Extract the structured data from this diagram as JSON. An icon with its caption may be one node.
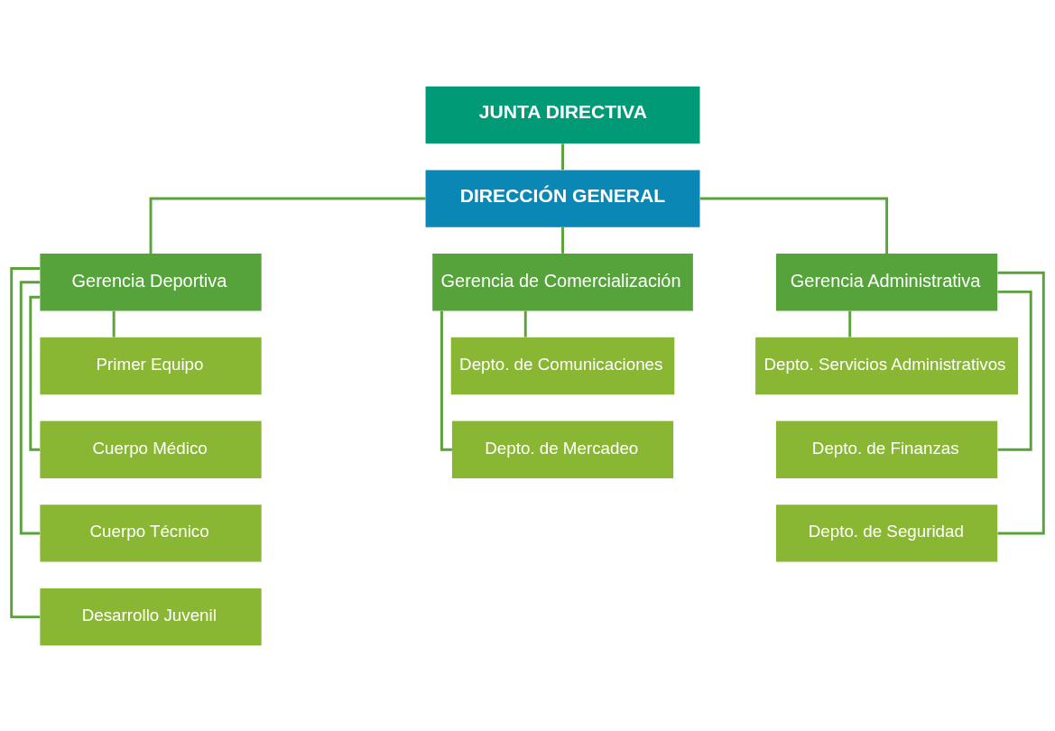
{
  "diagram": {
    "nodes": [
      {
        "text": [
          "JUNTA DIRECTIVA"
        ]
      },
      {
        "text": [
          "DIRECCIÓN GENERAL"
        ]
      },
      {
        "text": [
          "Gerencia Deportiva"
        ]
      },
      {
        "text": [
          "Gerencia de Comercialización"
        ]
      },
      {
        "text": [
          "Gerencia Administrativa"
        ]
      },
      {
        "text": [
          "Primer Equipo"
        ]
      },
      {
        "text": [
          "Cuerpo Médico"
        ]
      },
      {
        "text": [
          "Cuerpo Técnico"
        ]
      },
      {
        "text": [
          "Desarrollo Juvenil"
        ]
      },
      {
        "text": [
          "Depto. de Comunicaciones"
        ]
      },
      {
        "text": [
          "Depto. de Mercadeo"
        ]
      },
      {
        "text": [
          "Depto. Servicios Administrativos"
        ]
      },
      {
        "text": [
          "Depto. de Finanzas"
        ]
      },
      {
        "text": [
          "Depto. de Seguridad"
        ]
      }
    ],
    "edges": [
      {
        "from": 0,
        "to": 1,
        "arrow": "none"
      },
      {
        "from": 1,
        "to": 2,
        "arrow": "none"
      },
      {
        "from": 1,
        "to": 3,
        "arrow": "none"
      },
      {
        "from": 1,
        "to": 4,
        "arrow": "none"
      },
      {
        "from": 2,
        "to": 5,
        "arrow": "none"
      },
      {
        "from": 2,
        "to": 6,
        "arrow": "none"
      },
      {
        "from": 2,
        "to": 7,
        "arrow": "none"
      },
      {
        "from": 2,
        "to": 8,
        "arrow": "none"
      },
      {
        "from": 3,
        "to": 9,
        "arrow": "none"
      },
      {
        "from": 3,
        "to": 10,
        "arrow": "none"
      },
      {
        "from": 4,
        "to": 11,
        "arrow": "none"
      },
      {
        "from": 4,
        "to": 12,
        "arrow": "none"
      },
      {
        "from": 4,
        "to": 13,
        "arrow": "none"
      }
    ]
  }
}
